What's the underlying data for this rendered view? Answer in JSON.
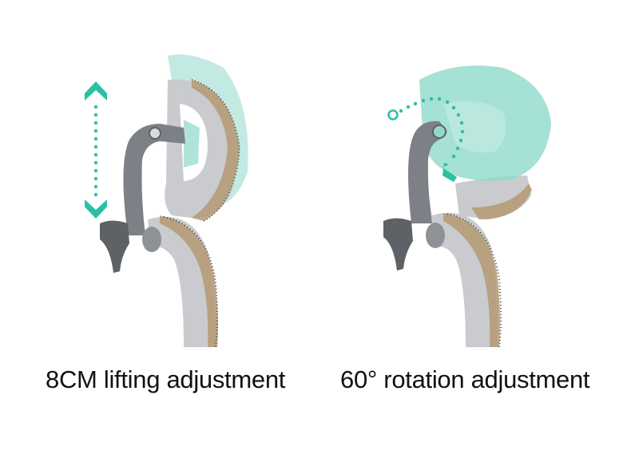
{
  "illustrations": [
    {
      "id": "lifting",
      "caption": "8CM lifting adjustment",
      "description": "Chair headrest side view with vertical double-headed dotted arrow",
      "arrow_icon": "vertical-double-arrow-icon"
    },
    {
      "id": "rotation",
      "caption": "60° rotation adjustment",
      "description": "Chair headrest side view with curved dotted rotation arrow",
      "arrow_icon": "curved-rotation-arrow-icon"
    }
  ],
  "colors": {
    "accent_teal": "#2bbfa4",
    "headrest_ghost": "#8fd9cb",
    "frame_gray": "#8e9196",
    "frame_light": "#c9cbcf",
    "mesh_tan": "#b49a72",
    "text": "#111111"
  }
}
